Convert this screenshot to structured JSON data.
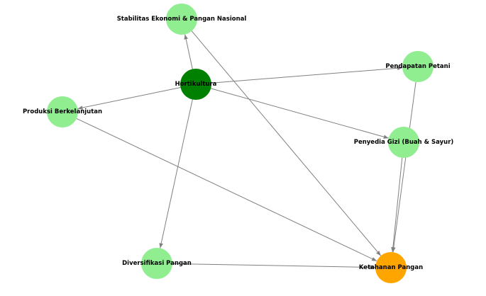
{
  "colors": {
    "center": "#008000",
    "node": "#90ee90",
    "target": "#ffa500",
    "edge": "#808080",
    "label": "#000000"
  },
  "nodes": [
    {
      "id": "hortikultura",
      "label": "Hortikultura",
      "kind": "center"
    },
    {
      "id": "stabilitas",
      "label": "Stabilitas Ekonomi & Pangan Nasional",
      "kind": "node"
    },
    {
      "id": "pendapatan",
      "label": "Pendapatan Petani",
      "kind": "node"
    },
    {
      "id": "produksi",
      "label": "Produksi Berkelanjutan",
      "kind": "node"
    },
    {
      "id": "gizi",
      "label": "Penyedia Gizi (Buah & Sayur)",
      "kind": "node"
    },
    {
      "id": "diversifikasi",
      "label": "Diversifikasi Pangan",
      "kind": "node"
    },
    {
      "id": "ketahanan",
      "label": "Ketahanan Pangan",
      "kind": "target"
    }
  ],
  "edges": [
    {
      "from": "hortikultura",
      "to": "stabilitas"
    },
    {
      "from": "hortikultura",
      "to": "produksi"
    },
    {
      "from": "hortikultura",
      "to": "gizi"
    },
    {
      "from": "hortikultura",
      "to": "diversifikasi"
    },
    {
      "from": "hortikultura",
      "to": "pendapatan"
    },
    {
      "from": "stabilitas",
      "to": "ketahanan"
    },
    {
      "from": "produksi",
      "to": "ketahanan"
    },
    {
      "from": "pendapatan",
      "to": "ketahanan"
    },
    {
      "from": "gizi",
      "to": "ketahanan"
    },
    {
      "from": "diversifikasi",
      "to": "ketahanan"
    }
  ]
}
